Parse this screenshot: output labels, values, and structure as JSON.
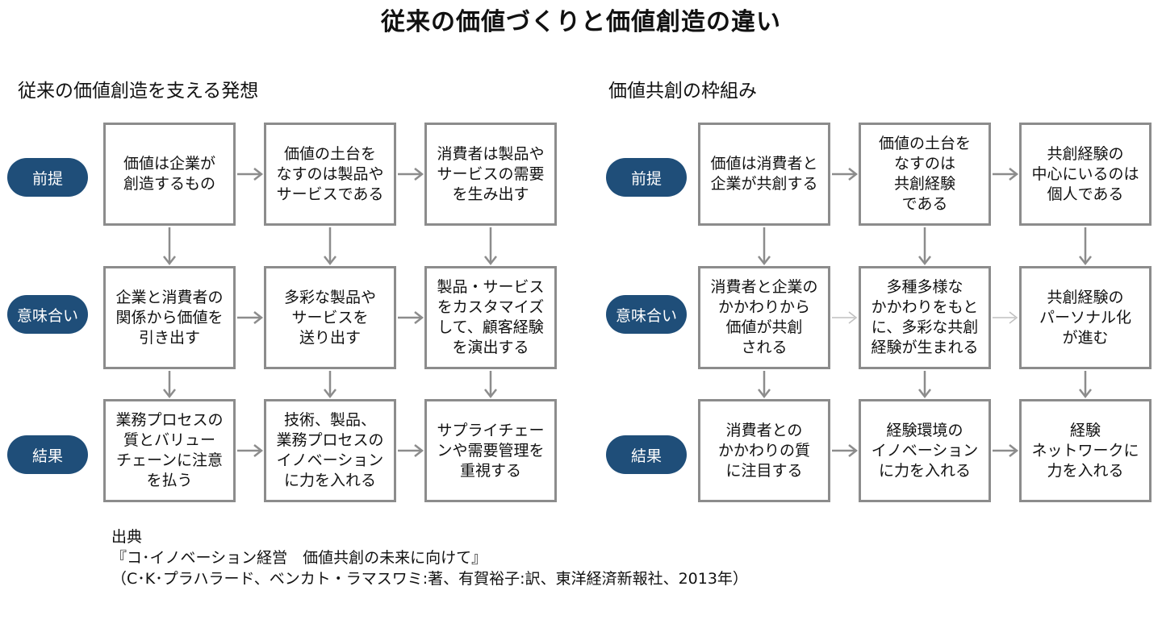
{
  "title": "従来の価値づくりと価値創造の違い",
  "row_labels": [
    "前提",
    "意味合い",
    "結果"
  ],
  "left": {
    "heading": "従来の価値創造を支える発想",
    "grid": [
      [
        "価値は企業が\n創造するもの",
        "価値の土台を\nなすのは製品や\nサービスである",
        "消費者は製品や\nサービスの需要\nを生み出す"
      ],
      [
        "企業と消費者の\n関係から価値を\n引き出す",
        "多彩な製品や\nサービスを\n送り出す",
        "製品・サービス\nをカスタマイズ\nして、顧客経験\nを演出する"
      ],
      [
        "業務プロセスの\n質とバリュー\nチェーンに注意\nを払う",
        "技術、製品、\n業務プロセスの\nイノベーション\nに力を入れる",
        "サプライチェー\nンや需要管理を\n重視する"
      ]
    ]
  },
  "right": {
    "heading": "価値共創の枠組み",
    "grid": [
      [
        "価値は消費者と\n企業が共創する",
        "価値の土台を\nなすのは\n共創経験\nである",
        "共創経験の\n中心にいるのは\n個人である"
      ],
      [
        "消費者と企業の\nかかわりから\n価値が共創\nされる",
        "多種多様な\nかかわりをもと\nに、多彩な共創\n経験が生まれる",
        "共創経験の\nパーソナル化\nが進む"
      ],
      [
        "消費者との\nかかわりの質\nに注目する",
        "経験環境の\nイノベーション\nに力を入れる",
        "経験\nネットワークに\n力を入れる"
      ]
    ]
  },
  "source": {
    "label": "出典",
    "book": "『コ･イノベーション経営　価値共創の未来に向けて』",
    "citation": "（C･K･プラハラード、ベンカト・ラマスワミ:著、有賀裕子:訳、東洋経済新報社、2013年）"
  },
  "colors": {
    "pill": "#1f4e79",
    "box_border": "#8c8c8c",
    "arrow": "#8c8c8c",
    "arrow_light": "#bfbfbf"
  }
}
